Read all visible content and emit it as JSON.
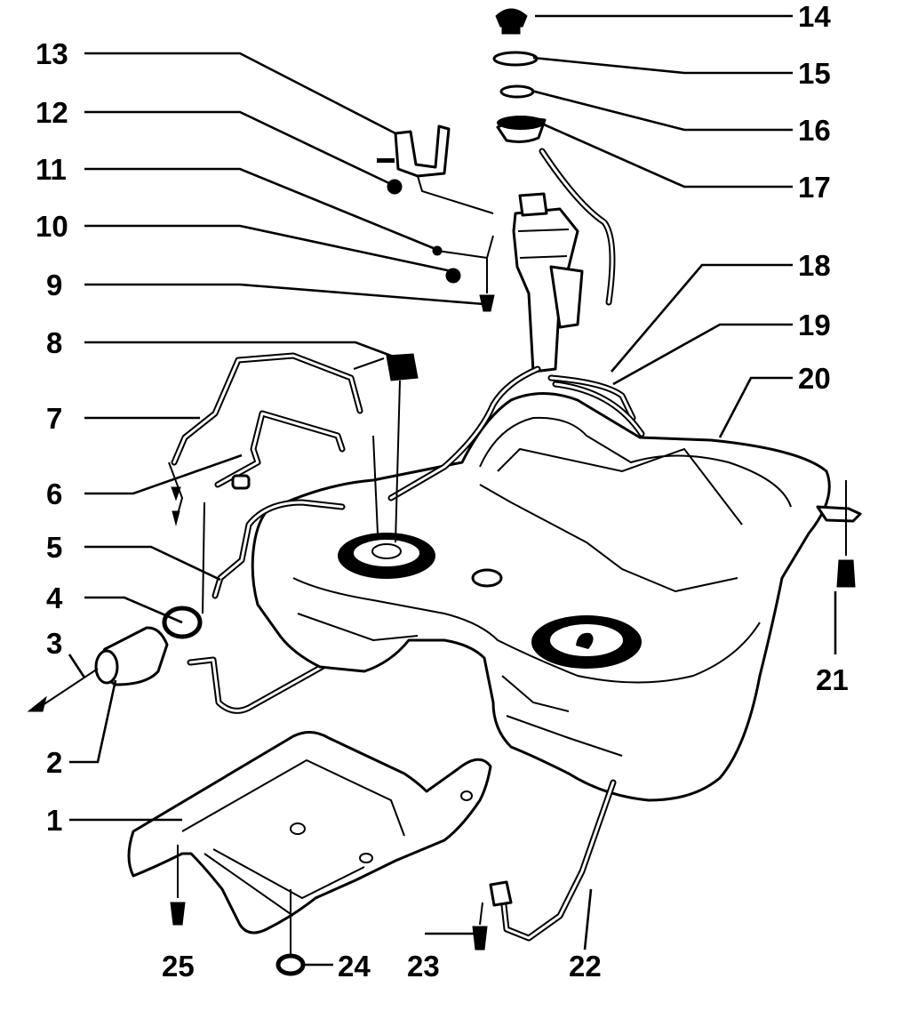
{
  "parts": [
    {
      "id": "p1",
      "label": "1"
    },
    {
      "id": "p2",
      "label": "2"
    },
    {
      "id": "p3",
      "label": "3"
    },
    {
      "id": "p4",
      "label": "4"
    },
    {
      "id": "p5",
      "label": "5"
    },
    {
      "id": "p6",
      "label": "6"
    },
    {
      "id": "p7",
      "label": "7"
    },
    {
      "id": "p8",
      "label": "8"
    },
    {
      "id": "p9",
      "label": "9"
    },
    {
      "id": "p10",
      "label": "10"
    },
    {
      "id": "p11",
      "label": "11"
    },
    {
      "id": "p12",
      "label": "12"
    },
    {
      "id": "p13",
      "label": "13"
    },
    {
      "id": "p14",
      "label": "14"
    },
    {
      "id": "p15",
      "label": "15"
    },
    {
      "id": "p16",
      "label": "16"
    },
    {
      "id": "p17",
      "label": "17"
    },
    {
      "id": "p18",
      "label": "18"
    },
    {
      "id": "p19",
      "label": "19"
    },
    {
      "id": "p20",
      "label": "20"
    },
    {
      "id": "p21",
      "label": "21"
    },
    {
      "id": "p22",
      "label": "22"
    },
    {
      "id": "p23",
      "label": "23"
    },
    {
      "id": "p24",
      "label": "24"
    },
    {
      "id": "p25",
      "label": "25"
    }
  ]
}
